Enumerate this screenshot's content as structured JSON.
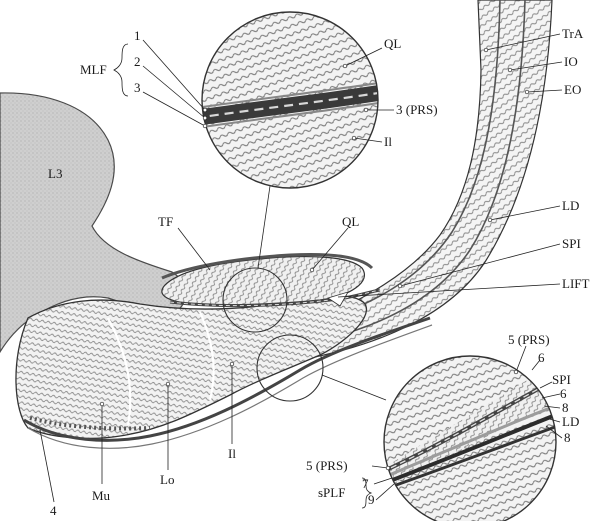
{
  "labels": {
    "L3": "L3",
    "TF": "TF",
    "QL_main": "QL",
    "Mu": "Mu",
    "Lo": "Lo",
    "Il_main": "Il",
    "n4": "4",
    "MLF": "MLF",
    "n1": "1",
    "n2": "2",
    "n3": "3",
    "QL_zoom": "QL",
    "n3PRS": "3 (PRS)",
    "Il_zoom": "Il",
    "TrA": "TrA",
    "IO": "IO",
    "EO": "EO",
    "LD": "LD",
    "SPI": "SPI",
    "LIFT": "LIFT",
    "n5PRS_top": "5 (PRS)",
    "n6a": "6",
    "SPI_zoom": "SPI",
    "n6b": "6",
    "n8a": "8",
    "LD_zoom": "LD",
    "n8b": "8",
    "n5PRS_bot": "5 (PRS)",
    "n7": "7",
    "sPLF": "sPLF",
    "n9": "9"
  },
  "colors": {
    "bone": "#c9c9c9",
    "muscle": "#eeeeee",
    "fascia": "#555555",
    "outline": "#333333",
    "hatch": "#9a9a9a"
  }
}
